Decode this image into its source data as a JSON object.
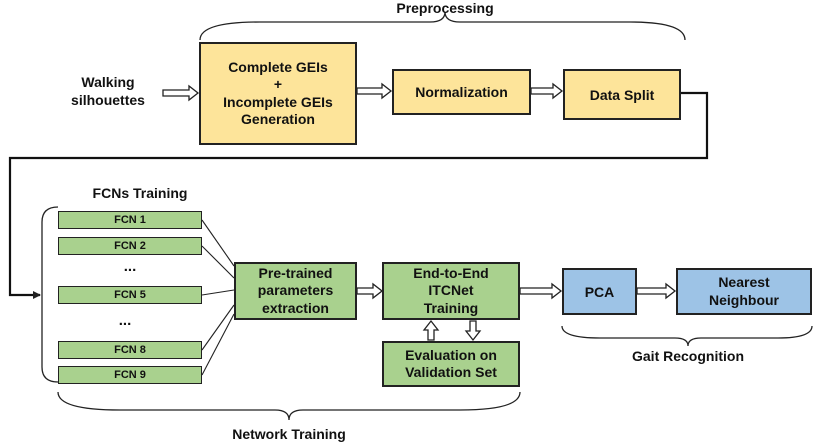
{
  "labels": {
    "preprocessing": "Preprocessing",
    "fcns_training": "FCNs Training",
    "network_training": "Network Training",
    "gait_recognition": "Gait Recognition",
    "input": "Walking\nsilhouettes"
  },
  "boxes": {
    "gei_generation": "Complete GEIs\n+\nIncomplete GEIs\nGeneration",
    "normalization": "Normalization",
    "data_split": "Data Split",
    "pretrained": "Pre-trained\nparameters\nextraction",
    "itcnet": "End-to-End\nITCNet\nTraining",
    "evaluation": "Evaluation on\nValidation Set",
    "pca": "PCA",
    "nearest": "Nearest\nNeighbour"
  },
  "fcn": {
    "fcn1": "FCN 1",
    "fcn2": "FCN 2",
    "fcn5": "FCN 5",
    "fcn8": "FCN 8",
    "fcn9": "FCN 9",
    "dots": "..."
  },
  "colors": {
    "preprocessing": "#fde49a",
    "training": "#a9d18e",
    "recognition": "#9dc3e6"
  }
}
